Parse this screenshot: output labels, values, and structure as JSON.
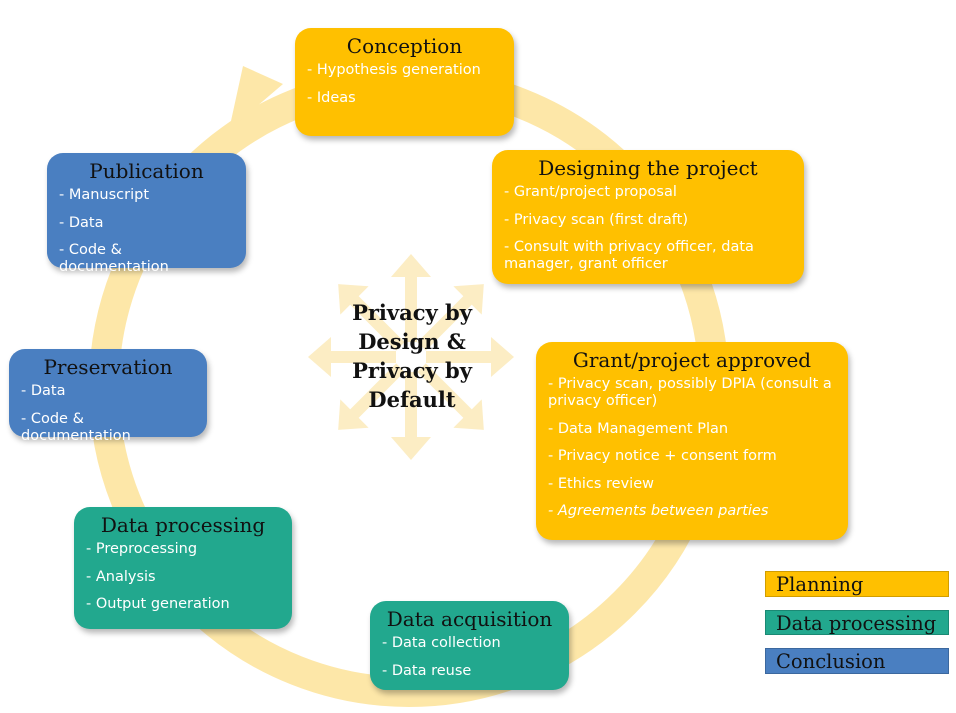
{
  "center_label": "Privacy by Design & Privacy by Default",
  "stages": {
    "conception": {
      "title": "Conception",
      "items": [
        "- Hypothesis generation",
        "- Ideas"
      ]
    },
    "designing": {
      "title": "Designing the project",
      "items": [
        "- Grant/project proposal",
        "- Privacy scan (first draft)",
        "- Consult with privacy officer, data manager, grant officer"
      ]
    },
    "approved": {
      "title": "Grant/project approved",
      "items": [
        "- Privacy scan, possibly DPIA (consult a privacy officer)",
        "- Data Management Plan",
        "- Privacy notice + consent form",
        "- Ethics review",
        "- Agreements between parties"
      ]
    },
    "acquisition": {
      "title": "Data acquisition",
      "items": [
        "- Data collection",
        "- Data reuse"
      ]
    },
    "processing": {
      "title": "Data processing",
      "items": [
        "- Preprocessing",
        "- Analysis",
        "- Output generation"
      ]
    },
    "preservation": {
      "title": "Preservation",
      "items": [
        "- Data",
        "- Code & documentation"
      ]
    },
    "publication": {
      "title": "Publication",
      "items": [
        "- Manuscript",
        "- Data",
        "- Code & documentation"
      ]
    }
  },
  "legend": {
    "planning": "Planning",
    "processing": "Data processing",
    "conclusion": "Conclusion"
  },
  "colors": {
    "planning": "#ffc000",
    "processing": "#22a88e",
    "conclusion": "#4a7fc1",
    "ring": "#fde7a8",
    "arrows": "#fcedc4"
  }
}
